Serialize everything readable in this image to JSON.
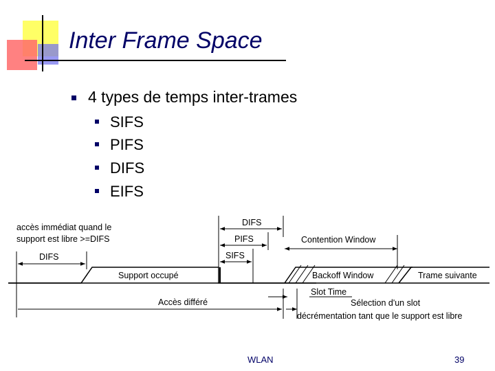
{
  "slide": {
    "title": "Inter Frame Space",
    "bullet_main": "4 types de temps inter-trames",
    "sub_bullets": [
      "SIFS",
      "PIFS",
      "DIFS",
      "EIFS"
    ]
  },
  "diagram": {
    "note_line1": "accès immédiat quand le",
    "note_line2": "support est libre >=DIFS",
    "difs_left": "DIFS",
    "difs_top": "DIFS",
    "pifs": "PIFS",
    "sifs": "SIFS",
    "contention_window": "Contention Window",
    "support_occupe": "Support occupé",
    "backoff_window": "Backoff Window",
    "trame_suivante": "Trame suivante",
    "slot_time": "Slot Time",
    "acces_differe": "Accès différé",
    "selection_slot": "Sélection d'un slot",
    "decrementation": "décrémentation tant que le support est libre"
  },
  "footer": {
    "left": "WLAN",
    "right": "39"
  },
  "colors": {
    "title": "#000066",
    "deco_yellow": "#ffff66",
    "deco_red": "#ff6666",
    "deco_blue": "#3333cc"
  }
}
